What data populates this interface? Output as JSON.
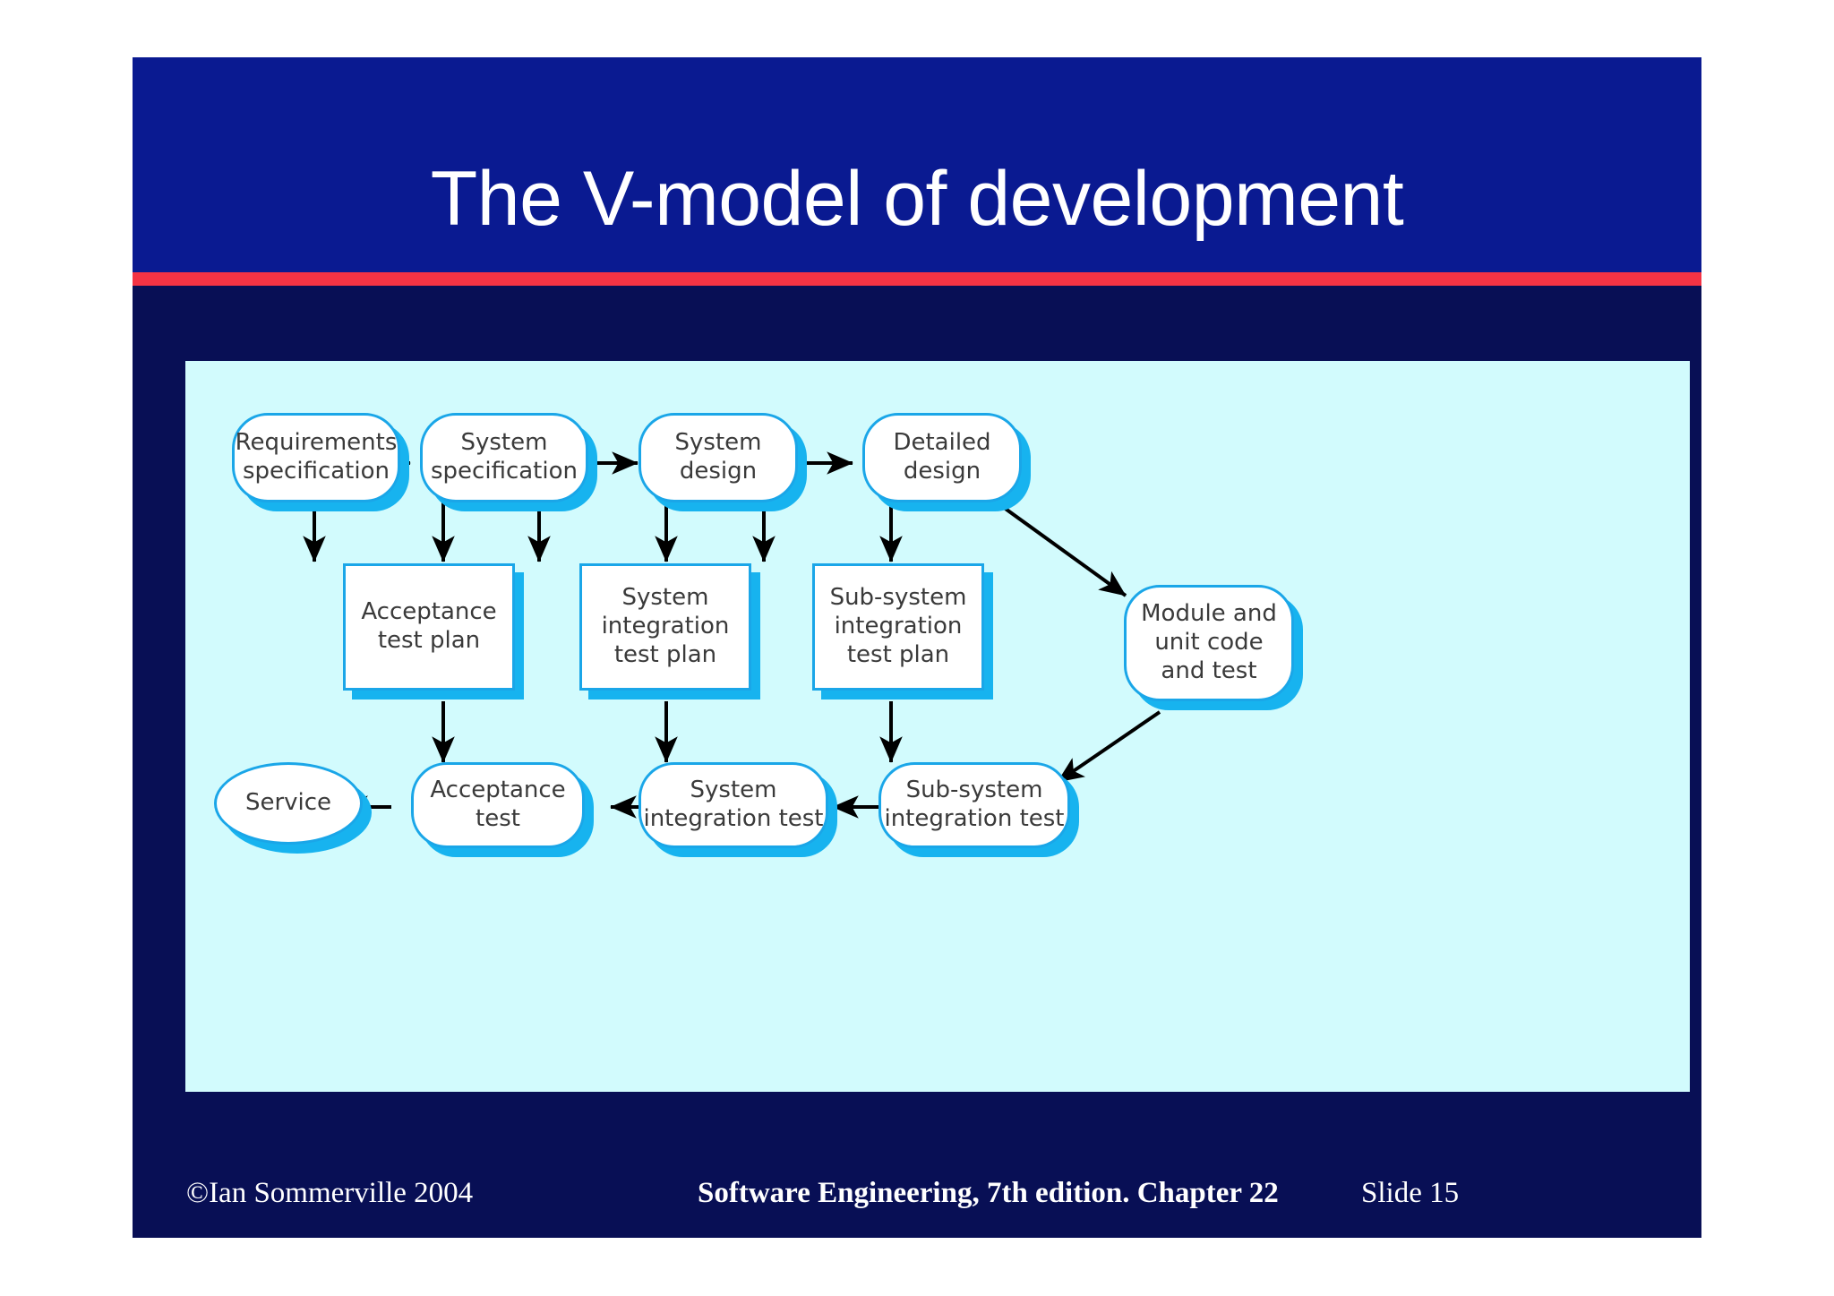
{
  "slide": {
    "title": "The V-model of development",
    "accent_rule_color": "#f43344",
    "title_bg_color": "#0a1a91",
    "body_bg_color": "#080f55",
    "panel_bg_color": "#d2fbfd",
    "node_border_color": "#1aa6e8",
    "node_shadow_color": "#17b3ef"
  },
  "footer": {
    "copyright": "©Ian Sommerville 2004",
    "center": "Software Engineering, 7th edition. Chapter 22",
    "slide_number": "Slide  15"
  },
  "diagram": {
    "title": "The V-model of development",
    "nodes": [
      {
        "id": "requirements-specification",
        "label": "Requirements\nspecification",
        "shape": "pill",
        "row": "top"
      },
      {
        "id": "system-specification",
        "label": "System\nspecification",
        "shape": "pill",
        "row": "top"
      },
      {
        "id": "system-design",
        "label": "System\ndesign",
        "shape": "pill",
        "row": "top"
      },
      {
        "id": "detailed-design",
        "label": "Detailed\ndesign",
        "shape": "pill",
        "row": "top"
      },
      {
        "id": "acceptance-test-plan",
        "label": "Acceptance\ntest plan",
        "shape": "rect",
        "row": "middle"
      },
      {
        "id": "system-integration-test-plan",
        "label": "System\nintegration\ntest plan",
        "shape": "rect",
        "row": "middle"
      },
      {
        "id": "sub-system-integration-test-plan",
        "label": "Sub-system\nintegration\ntest plan",
        "shape": "rect",
        "row": "middle"
      },
      {
        "id": "module-and-unit-code-and-test",
        "label": "Module and\nunit code\nand test",
        "shape": "pill",
        "row": "middle"
      },
      {
        "id": "service",
        "label": "Service",
        "shape": "ellipse",
        "row": "bottom"
      },
      {
        "id": "acceptance-test",
        "label": "Acceptance\ntest",
        "shape": "pill",
        "row": "bottom"
      },
      {
        "id": "system-integration-test",
        "label": "System\nintegration test",
        "shape": "pill",
        "row": "bottom"
      },
      {
        "id": "sub-system-integration-test",
        "label": "Sub-system\nintegration test",
        "shape": "pill",
        "row": "bottom"
      }
    ],
    "edges": [
      {
        "from": "requirements-specification",
        "to": "system-specification"
      },
      {
        "from": "system-specification",
        "to": "system-design"
      },
      {
        "from": "system-design",
        "to": "detailed-design"
      },
      {
        "from": "requirements-specification",
        "to": "acceptance-test-plan"
      },
      {
        "from": "system-specification",
        "to": "acceptance-test-plan"
      },
      {
        "from": "system-specification",
        "to": "system-integration-test-plan"
      },
      {
        "from": "system-design",
        "to": "system-integration-test-plan"
      },
      {
        "from": "system-design",
        "to": "sub-system-integration-test-plan"
      },
      {
        "from": "detailed-design",
        "to": "sub-system-integration-test-plan"
      },
      {
        "from": "detailed-design",
        "to": "module-and-unit-code-and-test"
      },
      {
        "from": "acceptance-test-plan",
        "to": "acceptance-test"
      },
      {
        "from": "system-integration-test-plan",
        "to": "system-integration-test"
      },
      {
        "from": "sub-system-integration-test-plan",
        "to": "sub-system-integration-test"
      },
      {
        "from": "module-and-unit-code-and-test",
        "to": "sub-system-integration-test"
      },
      {
        "from": "sub-system-integration-test",
        "to": "system-integration-test"
      },
      {
        "from": "system-integration-test",
        "to": "acceptance-test"
      },
      {
        "from": "acceptance-test",
        "to": "service"
      }
    ]
  }
}
